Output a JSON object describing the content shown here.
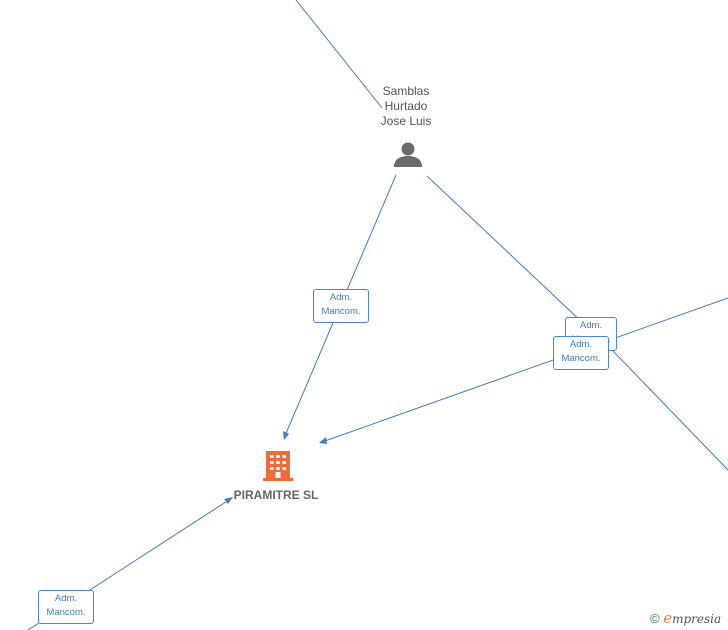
{
  "nodes": {
    "person": {
      "name_lines": [
        "Samblas",
        "Hurtado",
        "Jose Luis"
      ],
      "icon": "person-icon"
    },
    "company": {
      "name": "PIRAMITRE  SL",
      "icon": "building-icon"
    }
  },
  "roles": {
    "left_edge": [
      "Adm.",
      "Mancom."
    ],
    "right_top_edge": [
      "Adm.",
      "Mancom."
    ],
    "right_bottom_edge": [
      "Adm.",
      "Mancom."
    ],
    "bottom_left_edge": [
      "Adm.",
      "Mancom."
    ]
  },
  "colors": {
    "edge": "#3d7cc9",
    "company": "#f26b3a",
    "person": "#6b6b6b"
  },
  "watermark": {
    "symbol": "©",
    "brand_initial": "e",
    "brand_rest": "mpresia"
  }
}
